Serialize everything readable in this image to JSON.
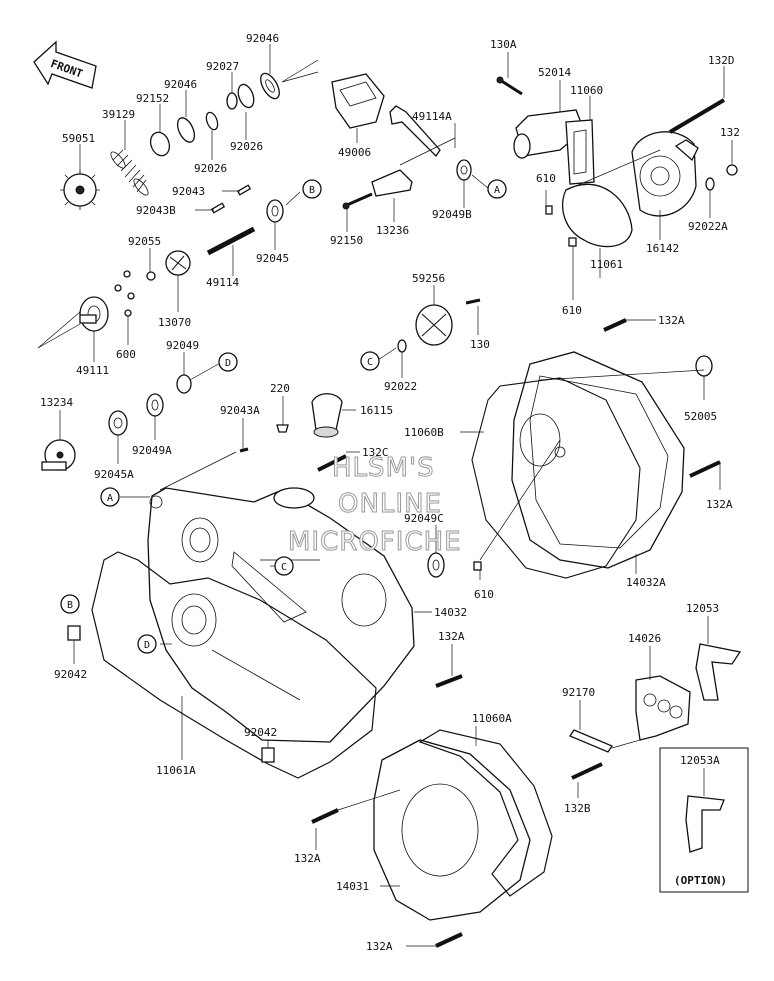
{
  "front_label": "FRONT",
  "option_label": "(OPTION)",
  "watermark": [
    "HLSM'S",
    "ONLINE",
    "MICROFICHE"
  ],
  "part_numbers": {
    "p92046_top": "92046",
    "p92027": "92027",
    "p92046_mid": "92046",
    "p39129": "39129",
    "p92152": "92152",
    "p59051": "59051",
    "p92026_a": "92026",
    "p92026_b": "92026",
    "p92043": "92043",
    "p92043B": "92043B",
    "p92055": "92055",
    "p49114": "49114",
    "p92045": "92045",
    "p13070": "13070",
    "p600": "600",
    "p49111": "49111",
    "p92049": "92049",
    "p13234": "13234",
    "p92045A": "92045A",
    "p92049A": "92049A",
    "p92043A": "92043A",
    "p220": "220",
    "p16115": "16115",
    "p49006": "49006",
    "p49114A": "49114A",
    "p13236": "13236",
    "p92150": "92150",
    "p92049B": "92049B",
    "p130A": "130A",
    "p52014": "52014",
    "p11060": "11060",
    "p132D": "132D",
    "p132": "132",
    "p610_a": "610",
    "p92022A": "92022A",
    "p16142": "16142",
    "p11061": "11061",
    "p610_b": "610",
    "p59256": "59256",
    "p130": "130",
    "p92022": "92022",
    "p132A_a": "132A",
    "p52005": "52005",
    "p11060B": "11060B",
    "p132C": "132C",
    "p92049C": "92049C",
    "p132A_b": "132A",
    "p610_c": "610",
    "p14032A": "14032A",
    "p14032": "14032",
    "p92042_a": "92042",
    "p132A_c": "132A",
    "p12053": "12053",
    "p14026": "14026",
    "p92170": "92170",
    "p92042_b": "92042",
    "p11060A": "11060A",
    "p11061A": "11061A",
    "p132B": "132B",
    "p12053A": "12053A",
    "p132A_d": "132A",
    "p14031": "14031",
    "p132A_e": "132A"
  },
  "callouts": {
    "a_top": "A",
    "a_left": "A",
    "b_top": "B",
    "b_left": "B",
    "c_mid": "C",
    "c_case": "C",
    "d_mid": "D",
    "d_case": "D"
  }
}
